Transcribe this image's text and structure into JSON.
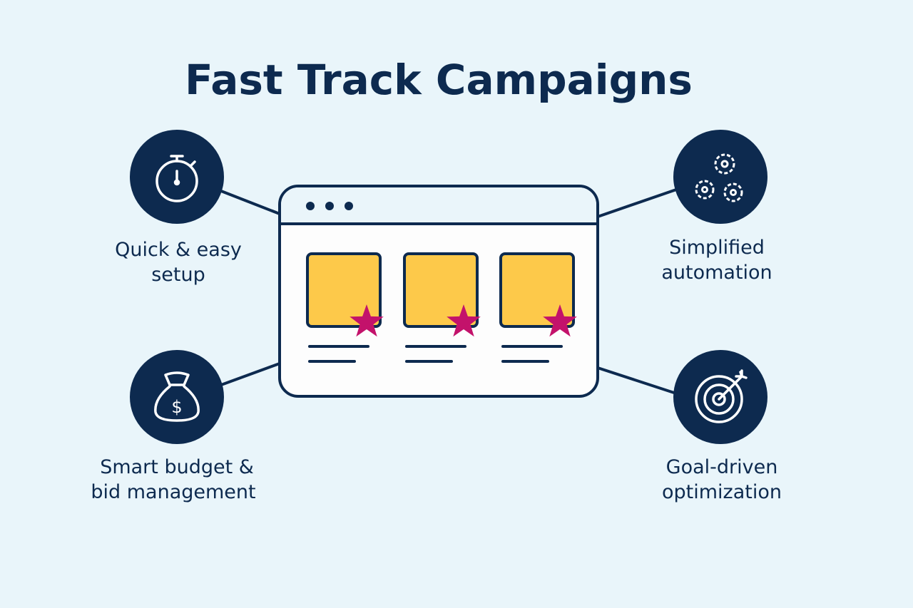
{
  "title": "Fast Track Campaigns",
  "features": [
    {
      "icon": "stopwatch-icon",
      "line1": "Quick & easy",
      "line2": "setup"
    },
    {
      "icon": "gears-icon",
      "line1": "Simplified",
      "line2": "automation"
    },
    {
      "icon": "money-bag-icon",
      "line1": "Smart budget &",
      "line2": "bid management"
    },
    {
      "icon": "target-icon",
      "line1": "Goal-driven",
      "line2": "optimization"
    }
  ],
  "colors": {
    "background": "#e9f5fa",
    "navy": "#0d2a4f",
    "card": "#fdc94a",
    "star": "#c3126b"
  }
}
